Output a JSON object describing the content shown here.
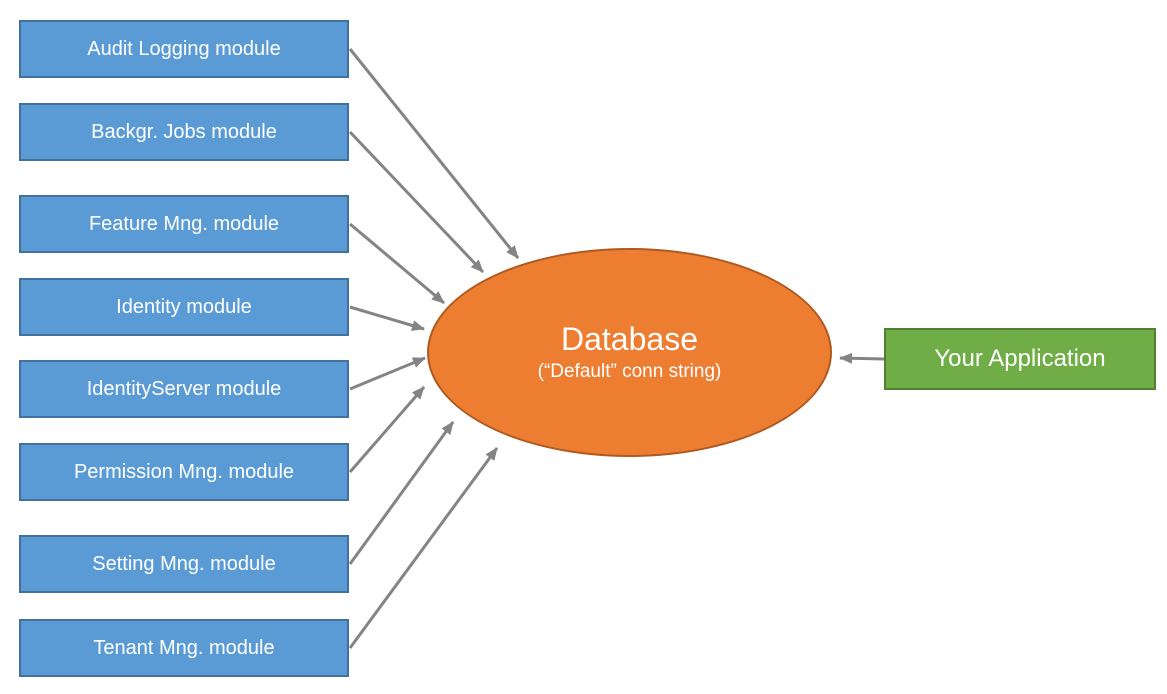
{
  "modules": [
    "Audit Logging module",
    "Backgr. Jobs module",
    "Feature Mng. module",
    "Identity module",
    "IdentityServer module",
    "Permission Mng. module",
    "Setting Mng. module",
    "Tenant Mng. module"
  ],
  "database": {
    "title": "Database",
    "subtitle": "(“Default” conn string)"
  },
  "application": {
    "label": "Your Application"
  },
  "colors": {
    "module_fill": "#5B9BD5",
    "module_border": "#41719C",
    "database_fill": "#ED7D31",
    "database_border": "#AE5A21",
    "application_fill": "#70AD47",
    "application_border": "#507E32",
    "arrow": "#848484",
    "text": "#FFFFFF"
  }
}
